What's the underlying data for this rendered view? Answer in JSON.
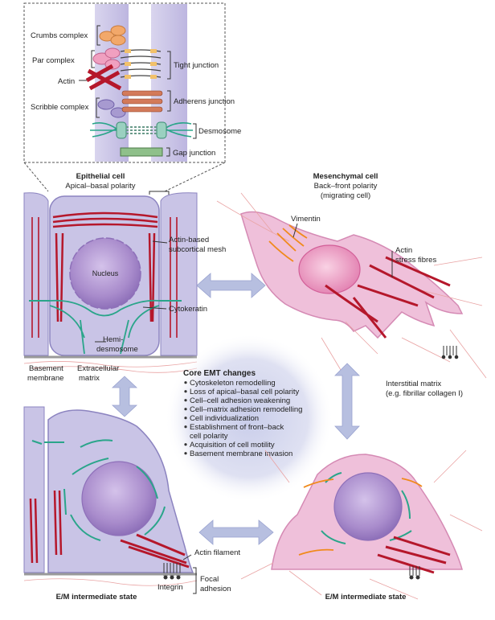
{
  "inset": {
    "crumbs": "Crumbs complex",
    "par": "Par complex",
    "actin": "Actin",
    "scribble": "Scribble complex",
    "tight": "Tight junction",
    "adherens": "Adherens junction",
    "desmosome": "Desmosome",
    "gap": "Gap junction"
  },
  "epithelial": {
    "title": "Epithelial cell",
    "subtitle": "Apical–basal polarity",
    "nucleus": "Nucleus",
    "actin_mesh_1": "Actin-based",
    "actin_mesh_2": "subcortical mesh",
    "cytokeratin": "Cytokeratin",
    "hemi_1": "Hemi-",
    "hemi_2": "desmosome",
    "basement_1": "Basement",
    "basement_2": "membrane",
    "ecm_1": "Extracellular",
    "ecm_2": "matrix"
  },
  "mesenchymal": {
    "title": "Mesenchymal cell",
    "subtitle_1": "Back–front polarity",
    "subtitle_2": "(migrating cell)",
    "vimentin": "Vimentin",
    "actin_1": "Actin",
    "actin_2": "stress fibres",
    "interstitial_1": "Interstitial matrix",
    "interstitial_2": "(e.g. fibrillar collagen I)"
  },
  "core": {
    "title": "Core EMT changes",
    "items": [
      "Cytoskeleton remodelling",
      "Loss of apical–basal cell polarity",
      "Cell–cell adhesion weakening",
      "Cell–matrix adhesion remodelling",
      "Cell individualization",
      "Establishment of front–back",
      "cell polarity",
      "Acquisition of cell motility",
      "Basement membrane invasion"
    ]
  },
  "intermediate": {
    "left_title": "E/M intermediate state",
    "right_title": "E/M intermediate state",
    "actin_filament": "Actin filament",
    "integrin": "Integrin",
    "focal_1": "Focal",
    "focal_2": "adhesion"
  },
  "colors": {
    "cell_fill": "#c9c4e6",
    "cell_stroke": "#8c84c0",
    "nucleus": "#a98ccc",
    "pink_cell": "#efc0da",
    "pink_stroke": "#d58ab4",
    "actin": "#b5172b",
    "keratin": "#2aa58a",
    "vimentin": "#f08a1c",
    "arrow": "#b7bfe0"
  }
}
